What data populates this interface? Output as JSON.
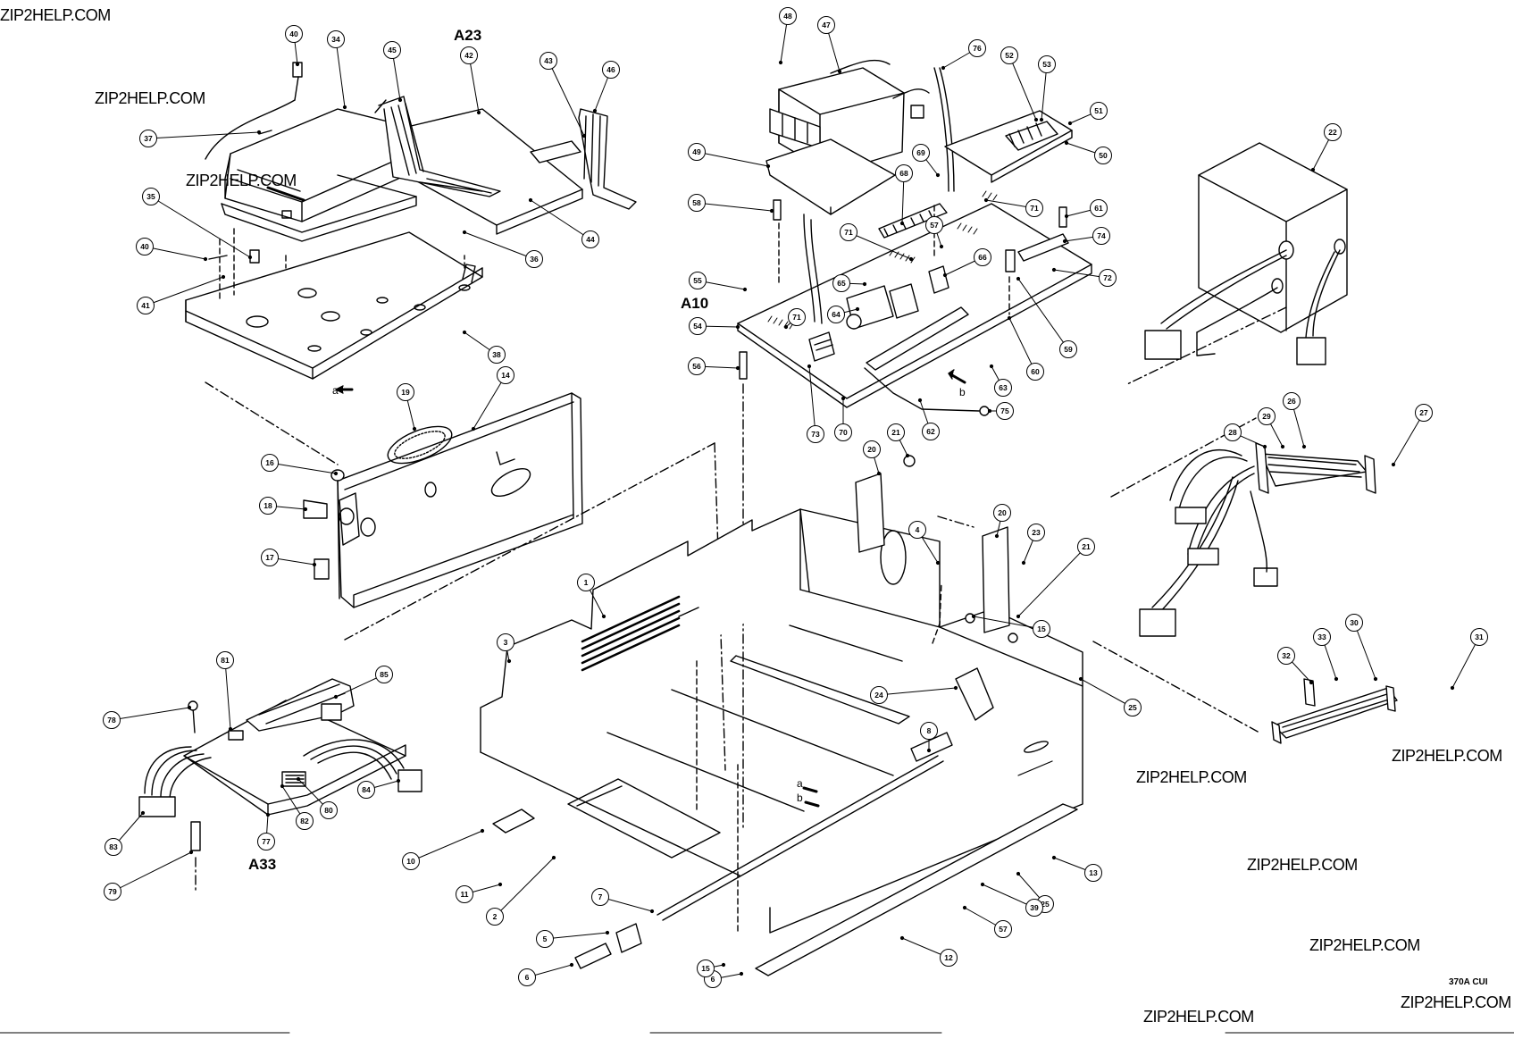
{
  "watermark": {
    "text": "ZIP2HELP.COM"
  },
  "assemblies": {
    "a23": "A23",
    "a10": "A10",
    "a33": "A33"
  },
  "figure_code": "370A  CUI",
  "view_letters": {
    "a": "a",
    "b": "b"
  },
  "callouts": [
    "1",
    "2",
    "3",
    "4",
    "5",
    "6",
    "6",
    "7",
    "8",
    "10",
    "11",
    "12",
    "13",
    "14",
    "15",
    "15",
    "16",
    "17",
    "18",
    "19",
    "20",
    "20",
    "21",
    "21",
    "22",
    "23",
    "24",
    "25",
    "25",
    "26",
    "27",
    "28",
    "29",
    "30",
    "31",
    "32",
    "33",
    "34",
    "35",
    "36",
    "37",
    "38",
    "39",
    "40",
    "40",
    "41",
    "42",
    "43",
    "44",
    "45",
    "46",
    "47",
    "48",
    "49",
    "50",
    "51",
    "52",
    "53",
    "54",
    "55",
    "56",
    "57",
    "57",
    "58",
    "59",
    "60",
    "61",
    "62",
    "63",
    "64",
    "65",
    "66",
    "68",
    "69",
    "70",
    "71",
    "71",
    "71",
    "72",
    "73",
    "74",
    "75",
    "76",
    "77",
    "78",
    "79",
    "80",
    "81",
    "82",
    "83",
    "84",
    "85"
  ],
  "colors": {
    "line": "#000000",
    "background": "#ffffff"
  }
}
